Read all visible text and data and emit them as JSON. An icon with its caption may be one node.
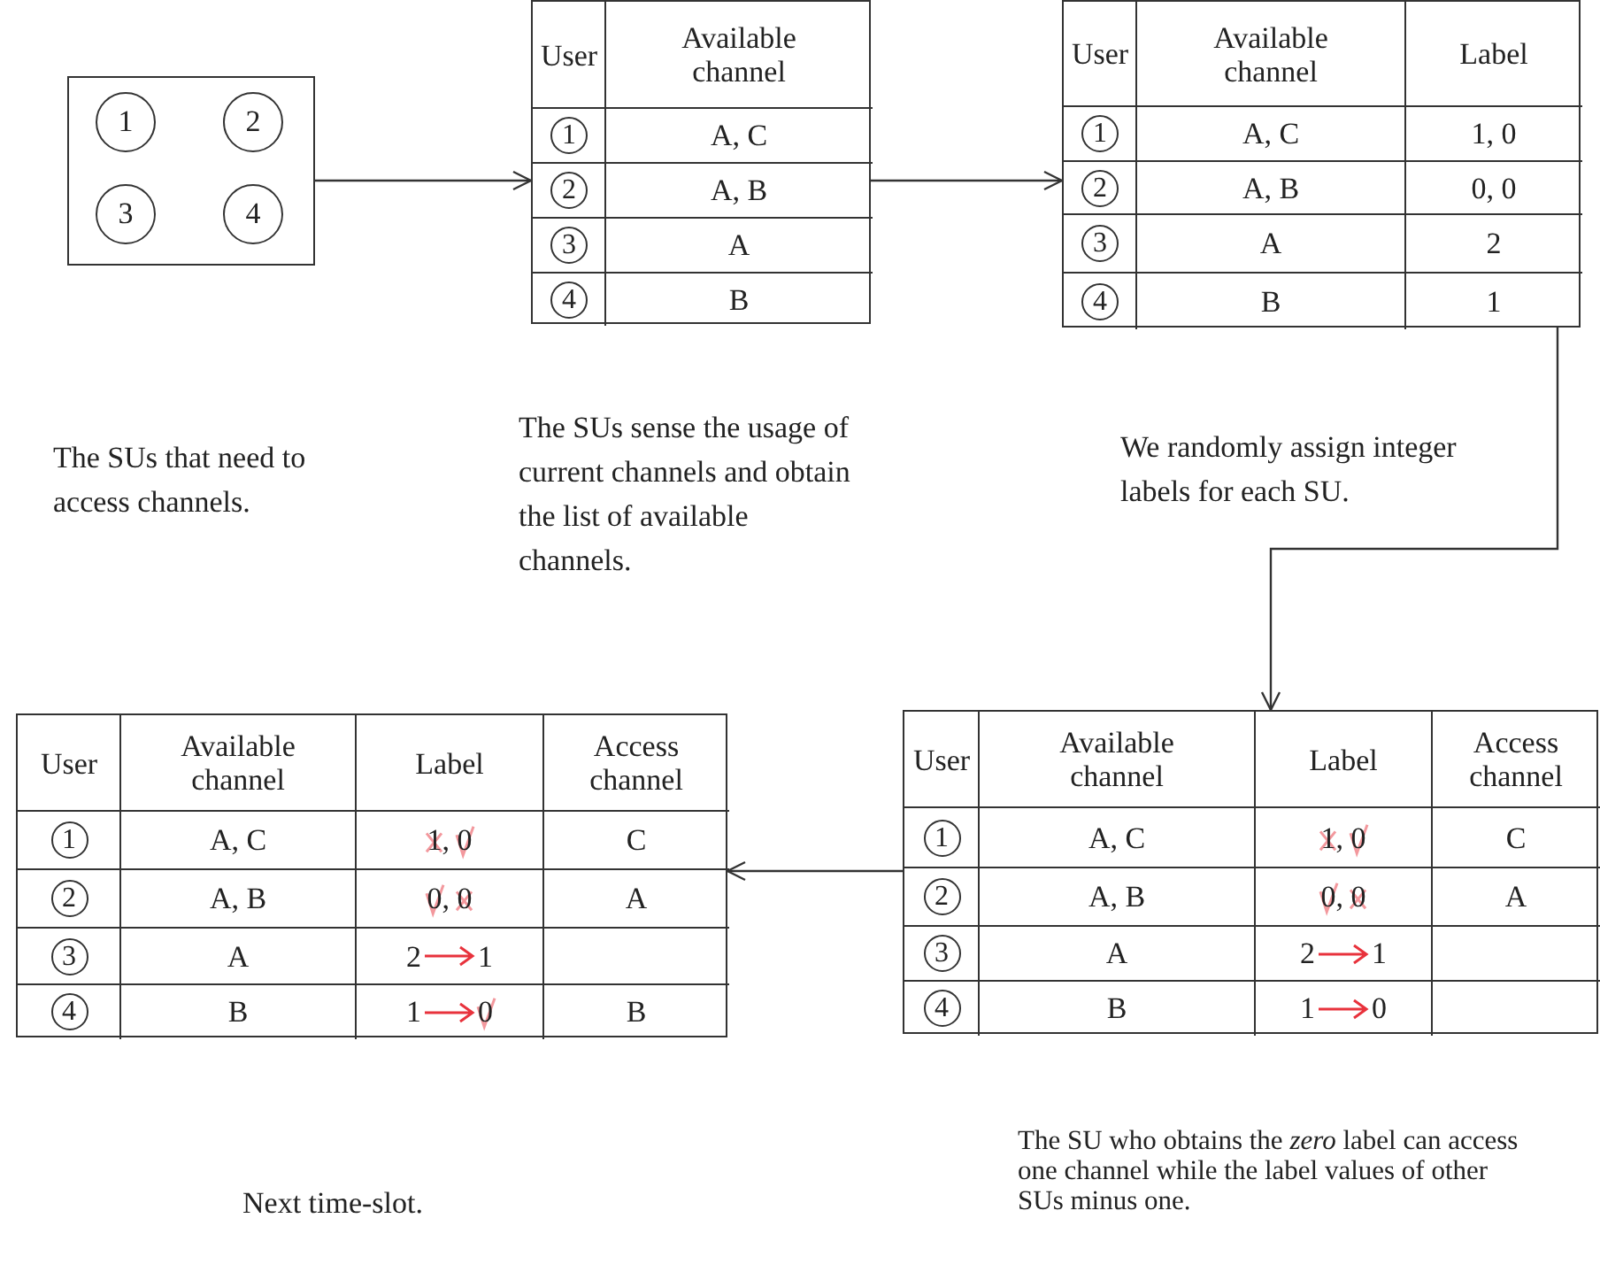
{
  "diagram": {
    "nodes": [
      {
        "text": [],
        "shape": "box"
      },
      {
        "text": [
          "1"
        ],
        "in": 0
      },
      {
        "text": [
          "2"
        ],
        "in": 0
      },
      {
        "text": [
          "3"
        ],
        "in": 0
      },
      {
        "text": [
          "4"
        ],
        "in": 0
      },
      {
        "text": [
          "User",
          "Available channel",
          "1",
          "A, C",
          "2",
          "A, B",
          "3",
          "A",
          "4",
          "B"
        ]
      },
      {
        "text": [
          "User",
          "Available channel",
          "Label",
          "1",
          "A, C",
          "1, 0",
          "2",
          "A, B",
          "0, 0",
          "3",
          "A",
          "2",
          "4",
          "B",
          "1"
        ]
      },
      {
        "text": [
          "User",
          "Available channel",
          "Label",
          "Access channel",
          "1",
          "A, C",
          "1, 0",
          "C",
          "2",
          "A, B",
          "0, 0",
          "A",
          "3",
          "A",
          "2",
          "1",
          "4",
          "B",
          "1",
          "0"
        ]
      },
      {
        "text": [
          "User",
          "Available channel",
          "Label",
          "Access channel",
          "1",
          "A, C",
          "1, 0",
          "C",
          "2",
          "A, B",
          "0, 0",
          "A",
          "3",
          "A",
          "2",
          "1",
          "4",
          "B",
          "1",
          "0",
          "B"
        ]
      }
    ],
    "edges": [
      {
        "from": 0,
        "to": 5,
        "arrow": "to"
      },
      {
        "from": 5,
        "to": 6,
        "arrow": "to"
      },
      {
        "from": 6,
        "to": 7,
        "arrow": "to"
      },
      {
        "from": 7,
        "to": 8,
        "arrow": "to"
      }
    ],
    "labels": [
      "The SUs sense the usage of current channels and obtain the list of available channels.",
      "We randomly assign integer labels for each SU.",
      "The SUs that need to access channels.",
      "Next time-slot.",
      "The SU who obtains the *zero* label can access one channel while the label values of other SUs minus one."
    ]
  }
}
